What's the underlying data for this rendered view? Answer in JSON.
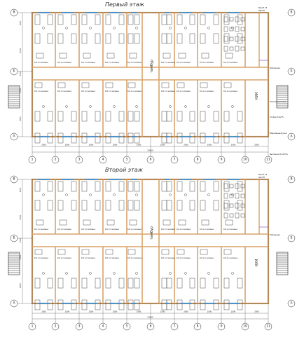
{
  "floors": [
    {
      "title": "Первый этаж",
      "column_axes": [
        "1",
        "2",
        "3",
        "4",
        "5",
        "6",
        "7",
        "8",
        "9",
        "10",
        "11"
      ],
      "row_axes": [
        "В",
        "Б",
        "А"
      ],
      "corridor_word": "тамбур",
      "kuy_label": "КУИ",
      "room_label": "4х5 м 4 человека",
      "dims_bottom": [
        "2500",
        "2500",
        "2500",
        "2500",
        "2500",
        "2500",
        "2500",
        "2500",
        "2500",
        "2500"
      ],
      "overall_width": "25000",
      "left_dims": [
        "3000",
        "6000",
        "1500",
        "3000",
        "6000"
      ],
      "notes": [
        "Вентб 15",
        "ЩУ-НН",
        "Бойлерная",
        "Электрощитовая",
        "Стойки 3х4/75",
        "Водомерный узел",
        "Вытяжной 1х4/75н"
      ]
    },
    {
      "title": "Второй этаж",
      "column_axes": [
        "1",
        "2",
        "3",
        "4",
        "5",
        "6",
        "7",
        "8",
        "9",
        "10",
        "11"
      ],
      "row_axes": [
        "В",
        "Б",
        "А"
      ],
      "corridor_word": "тамбур",
      "kuy_label": "КУИ",
      "room_label": "4х5 м 4 человека",
      "dims_bottom": [
        "2500",
        "2500",
        "2500",
        "2500",
        "2500",
        "2500",
        "2500",
        "2500",
        "2500",
        "2500"
      ],
      "overall_width": "25000",
      "left_dims": [
        "3000",
        "6000",
        "1500",
        "3000",
        "6000"
      ],
      "notes": [
        "Вентб 15",
        "ЩУ-НН",
        "Бойлерная"
      ]
    }
  ],
  "colors": {
    "wall": "#d9a46a",
    "line": "#222222",
    "window": "#3a8fd6",
    "accent": "#8c3fb8"
  }
}
